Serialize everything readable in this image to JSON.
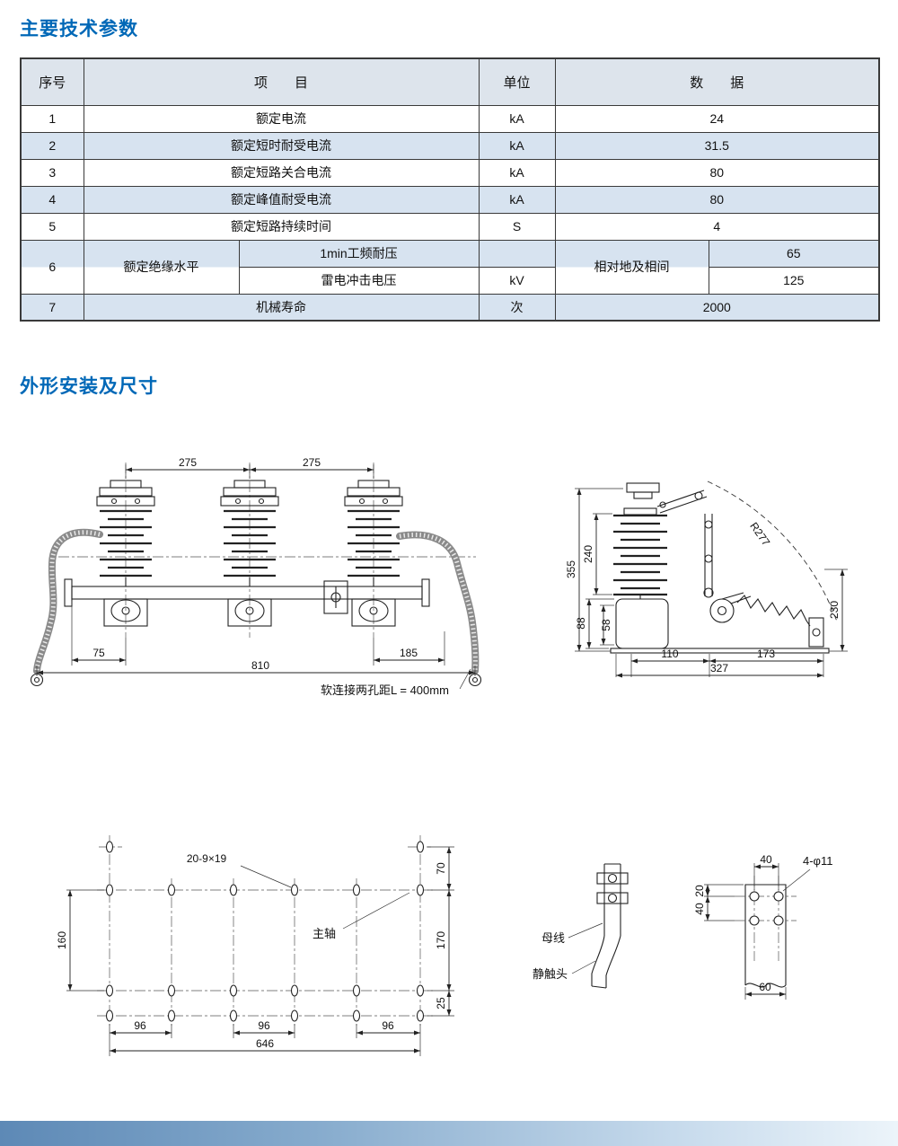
{
  "titles": {
    "params": "主要技术参数",
    "outline": "外形安装及尺寸"
  },
  "accent_color": "#0068b7",
  "table": {
    "headers": {
      "no": "序号",
      "item": "项　　目",
      "unit": "单位",
      "data": "数　　据"
    },
    "rows": [
      {
        "no": "1",
        "item": "额定电流",
        "unit": "kA",
        "data": "24"
      },
      {
        "no": "2",
        "item": "额定短时耐受电流",
        "unit": "kA",
        "data": "31.5"
      },
      {
        "no": "3",
        "item": "额定短路关合电流",
        "unit": "kA",
        "data": "80"
      },
      {
        "no": "4",
        "item": "额定峰值耐受电流",
        "unit": "kA",
        "data": "80"
      },
      {
        "no": "5",
        "item": "额定短路持续时间",
        "unit": "S",
        "data": "4"
      }
    ],
    "row6": {
      "no": "6",
      "item": "额定绝缘水平",
      "sub1": "1min工频耐压",
      "sub2": "雷电冲击电压",
      "unit": "kV",
      "scope": "相对地及相间",
      "val1": "65",
      "val2": "125"
    },
    "row7": {
      "no": "7",
      "item": "机械寿命",
      "unit": "次",
      "data": "2000"
    }
  },
  "front_view": {
    "dim_left_pitch": "275",
    "dim_right_pitch": "275",
    "dim_left_offset": "75",
    "dim_right_offset": "185",
    "dim_total": "810",
    "note": "软连接两孔距L = 400mm"
  },
  "side_view": {
    "dim_total_height": "355",
    "dim_insulator": "240",
    "dim_base_a": "88",
    "dim_base_b": "58",
    "dim_radius": "R277",
    "dim_right_height": "230",
    "dim_110": "110",
    "dim_173": "173",
    "dim_327": "327"
  },
  "plate_view": {
    "holes_label": "20-9×19",
    "axis_label": "主轴",
    "dim_70": "70",
    "dim_170": "170",
    "dim_25": "25",
    "dim_160": "160",
    "dim_96_1": "96",
    "dim_96_2": "96",
    "dim_96_3": "96",
    "dim_total": "646"
  },
  "contact_view": {
    "busbar": "母线",
    "contact": "静触头"
  },
  "hole_view": {
    "dim_pitch": "40",
    "dim_20": "20",
    "dim_40": "40",
    "label": "4-φ11",
    "dim_60": "60"
  }
}
